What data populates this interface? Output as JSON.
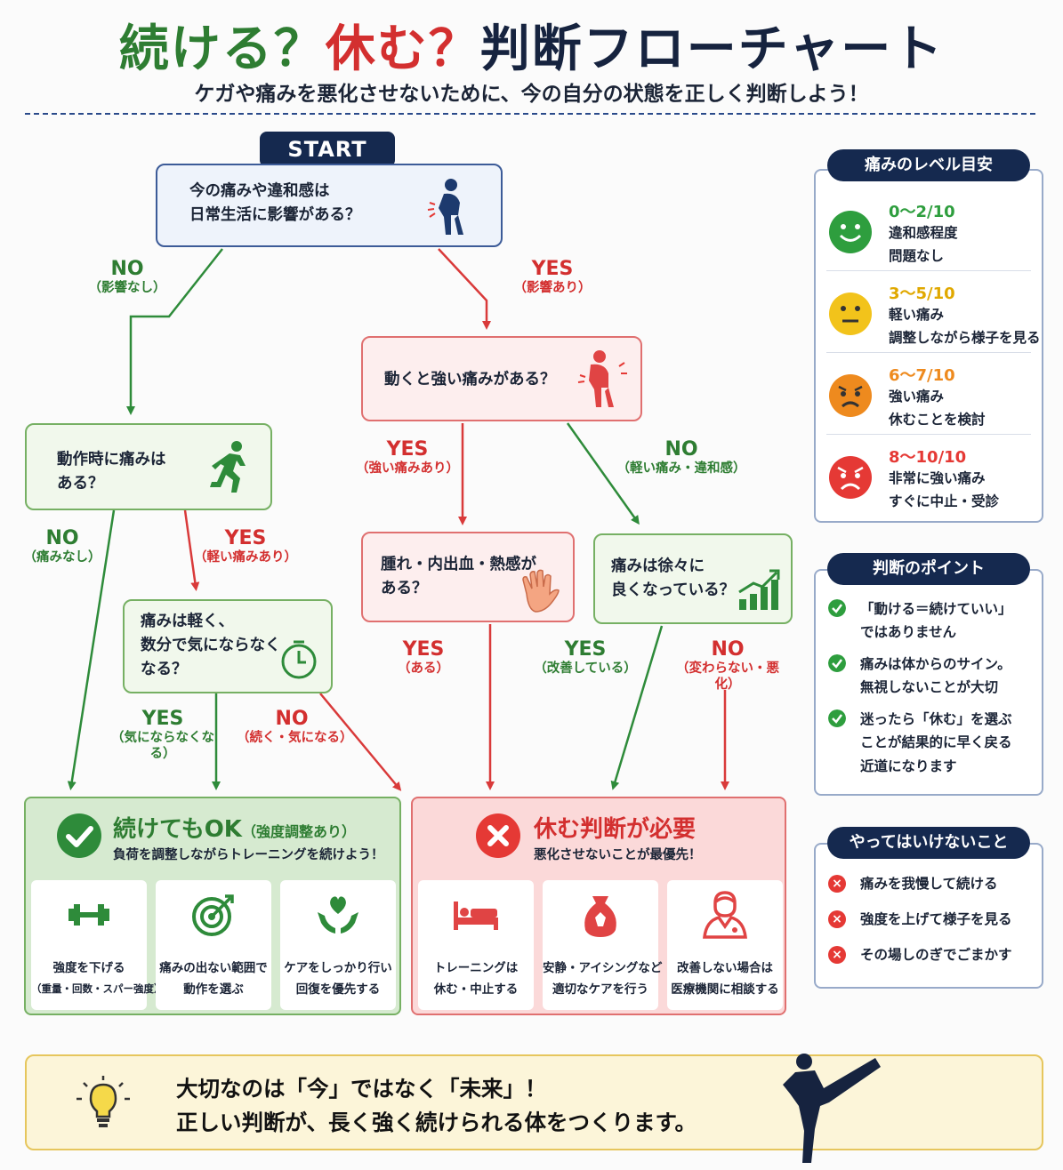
{
  "header": {
    "title_part1": "続ける？",
    "title_part2": "休む？",
    "title_part3": "判断フローチャート",
    "subtitle": "ケガや痛みを悪化させないために、今の自分の状態を正しく判断しよう！"
  },
  "colors": {
    "navy": "#15294f",
    "green": "#2e7d32",
    "red": "#d32f2f",
    "green_arrow": "#2e8b3a",
    "red_arrow": "#d93a3a"
  },
  "flow": {
    "start": "START",
    "q1": {
      "line1": "今の痛みや違和感は",
      "line2": "日常生活に影響がある？",
      "icon": "person-back-pain-icon"
    },
    "q1_no": {
      "main": "NO",
      "sub": "（影響なし）"
    },
    "q1_yes": {
      "main": "YES",
      "sub": "（影響あり）"
    },
    "q2": {
      "line1": "動作時に痛みは",
      "line2": "ある？",
      "icon": "running-person-icon"
    },
    "q3": {
      "text": "動くと強い痛みがある？",
      "icon": "person-pain-icon"
    },
    "q2_no": {
      "main": "NO",
      "sub": "（痛みなし）"
    },
    "q2_yes": {
      "main": "YES",
      "sub": "（軽い痛みあり）"
    },
    "q3_yes": {
      "main": "YES",
      "sub": "（強い痛みあり）"
    },
    "q3_no": {
      "main": "NO",
      "sub": "（軽い痛み・違和感）"
    },
    "q4": {
      "line1": "痛みは軽く、",
      "line2": "数分で気にならなく",
      "line3": "なる？",
      "icon": "clock-icon"
    },
    "q5": {
      "line1": "腫れ・内出血・熱感が",
      "line2": "ある？",
      "icon": "swollen-hand-icon"
    },
    "q6": {
      "line1": "痛みは徐々に",
      "line2": "良くなっている？",
      "icon": "rising-bar-chart-icon"
    },
    "q4_yes": {
      "main": "YES",
      "sub": "（気にならなくなる）"
    },
    "q4_no": {
      "main": "NO",
      "sub": "（続く・気になる）"
    },
    "q5_yes": {
      "main": "YES",
      "sub": "（ある）"
    },
    "q6_yes": {
      "main": "YES",
      "sub": "（改善している）"
    },
    "q6_no": {
      "main": "NO",
      "sub": "（変わらない・悪化）"
    }
  },
  "results": {
    "continue": {
      "title": "続けてもOK",
      "title_note": "（強度調整あり）",
      "subtitle": "負荷を調整しながらトレーニングを続けよう！",
      "cards": [
        {
          "icon": "dumbbell-icon",
          "line1": "強度を下げる",
          "line2": "（重量・回数・スパー強度）"
        },
        {
          "icon": "target-icon",
          "line1": "痛みの出ない範囲で",
          "line2": "動作を選ぶ"
        },
        {
          "icon": "heart-hands-icon",
          "line1": "ケアをしっかり行い",
          "line2": "回復を優先する"
        }
      ]
    },
    "rest": {
      "title": "休む判断が必要",
      "subtitle": "悪化させないことが最優先！",
      "cards": [
        {
          "icon": "bed-icon",
          "line1": "トレーニングは",
          "line2": "休む・中止する"
        },
        {
          "icon": "ice-bag-icon",
          "line1": "安静・アイシングなど",
          "line2": "適切なケアを行う"
        },
        {
          "icon": "doctor-icon",
          "line1": "改善しない場合は",
          "line2": "医療機関に相談する"
        }
      ]
    }
  },
  "pain_levels": {
    "title": "痛みのレベル目安",
    "levels": [
      {
        "range": "0〜2/10",
        "line1": "違和感程度",
        "line2": "問題なし",
        "color": "#2e9e3e",
        "face": "smile"
      },
      {
        "range": "3〜5/10",
        "line1": "軽い痛み",
        "line2": "調整しながら様子を見る",
        "color": "#f2c31b",
        "face": "neutral"
      },
      {
        "range": "6〜7/10",
        "line1": "強い痛み",
        "line2": "休むことを検討",
        "color": "#ee8a1e",
        "face": "worried"
      },
      {
        "range": "8〜10/10",
        "line1": "非常に強い痛み",
        "line2": "すぐに中止・受診",
        "color": "#e53935",
        "face": "distressed"
      }
    ]
  },
  "points": {
    "title": "判断のポイント",
    "items": [
      {
        "line1": "「動ける＝続けていい」",
        "line2": "ではありません"
      },
      {
        "line1": "痛みは体からのサイン。",
        "line2": "無視しないことが大切"
      },
      {
        "line1": "迷ったら「休む」を選ぶ",
        "line2": "ことが結果的に早く戻る",
        "line3": "近道になります"
      }
    ]
  },
  "donts": {
    "title": "やってはいけないこと",
    "items": [
      "痛みを我慢して続ける",
      "強度を上げて様子を見る",
      "その場しのぎでごまかす"
    ]
  },
  "footer": {
    "line1": "大切なのは「今」ではなく「未来」！",
    "line2": "正しい判断が、長く強く続けられる体をつくります。",
    "icons": [
      "lightbulb-icon",
      "kicking-fighter-icon"
    ]
  }
}
